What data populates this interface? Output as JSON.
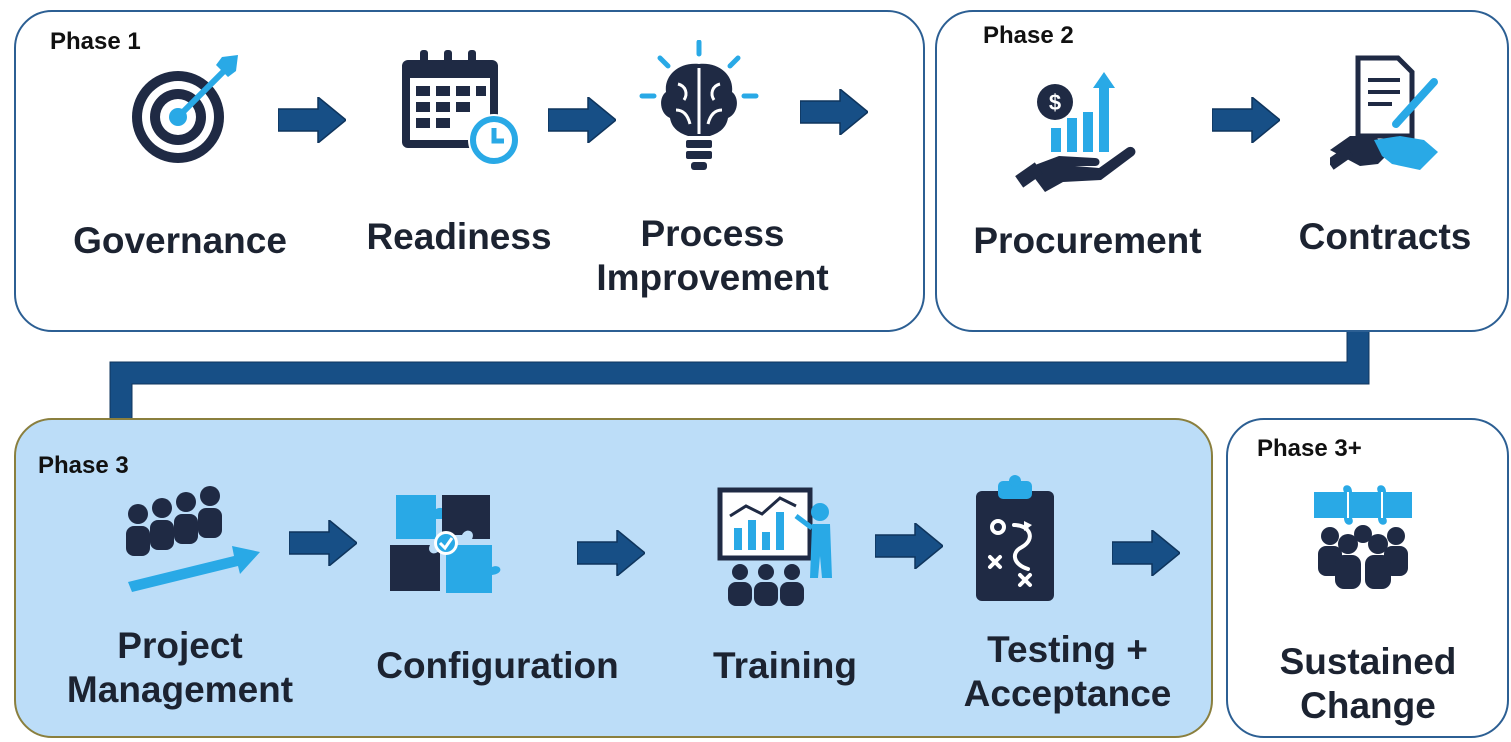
{
  "colors": {
    "navy": "#1f2a44",
    "accent_blue": "#29a9e6",
    "arrow_blue": "#174f86",
    "box_border": "#2c5f93",
    "phase3_fill": "#bcddf8",
    "phase3_border": "#8a7f3e"
  },
  "phases": [
    {
      "label": "Phase 1",
      "steps": [
        {
          "label_lines": [
            "Governance"
          ],
          "icon": "target-icon"
        },
        {
          "label_lines": [
            "Readiness"
          ],
          "icon": "calendar-clock-icon"
        },
        {
          "label_lines": [
            "Process",
            "Improvement"
          ],
          "icon": "brain-bulb-icon"
        }
      ]
    },
    {
      "label": "Phase 2",
      "steps": [
        {
          "label_lines": [
            "Procurement"
          ],
          "icon": "hand-chart-money-icon"
        },
        {
          "label_lines": [
            "Contracts"
          ],
          "icon": "handshake-document-icon"
        }
      ]
    },
    {
      "label": "Phase 3",
      "steps": [
        {
          "label_lines": [
            "Project",
            "Management"
          ],
          "icon": "team-growth-icon"
        },
        {
          "label_lines": [
            "Configuration"
          ],
          "icon": "puzzle-pieces-icon"
        },
        {
          "label_lines": [
            "Training"
          ],
          "icon": "presentation-audience-icon"
        },
        {
          "label_lines": [
            "Testing +",
            "Acceptance"
          ],
          "icon": "clipboard-plan-icon"
        }
      ]
    },
    {
      "label": "Phase 3+",
      "steps": [
        {
          "label_lines": [
            "Sustained",
            "Change"
          ],
          "icon": "team-puzzle-icon"
        }
      ]
    }
  ]
}
